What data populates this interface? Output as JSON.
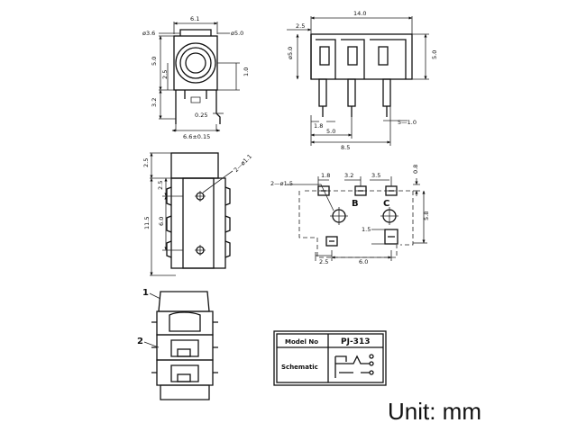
{
  "front_view": {
    "d_jack_dia_label": "ø3.6",
    "d_body_width_label": "6.1",
    "d_bore_dia_label": "ø5.0",
    "d_height_label": "5.0",
    "d_center_height_label": "2.5",
    "d_lead_offset_label": "1.0",
    "d_lead_length_label": "3.2",
    "d_lead_thickness_label": "0.25",
    "d_total_width_label": "6.6±0.15"
  },
  "side_view": {
    "d_total_length_label": "14.0",
    "d_top_step_label": "2.5",
    "d_left_height_label": "ø5.0",
    "d_right_height_label": "5.0",
    "d_pin_width_label": "1.8",
    "d_pin_span_label": "5.0",
    "d_right_pin_label": "5—1.0",
    "d_overall_span_label": "8.5"
  },
  "top_view": {
    "d_top_length_label": "2.5",
    "d_hole_dia_label": "2—ø1.1",
    "d_hole_offset_label": "2.5",
    "d_hole_pitch_label": "6.0",
    "d_total_label": "11.5"
  },
  "pcb_layout": {
    "d_holes_label": "2—ø1.5",
    "d_pad_a_label": "1.8",
    "d_pad_b_label": "3.2",
    "d_pad_c_label": "3.5",
    "d_pad_edge_label": "0.8",
    "d_vertical_label": "5.8",
    "d_bottom_pad_label": "1.5",
    "d_bottom_left_label": "2.5",
    "d_bottom_span_label": "6.0",
    "pin_b_label": "B",
    "pin_c_label": "C"
  },
  "assembly_view": {
    "callout_1": "1",
    "callout_2": "2"
  },
  "title_block": {
    "model_no_label": "Model No",
    "model_no_value": "PJ-313",
    "schematic_label": "Schematic"
  },
  "unit_caption": "Unit: mm"
}
